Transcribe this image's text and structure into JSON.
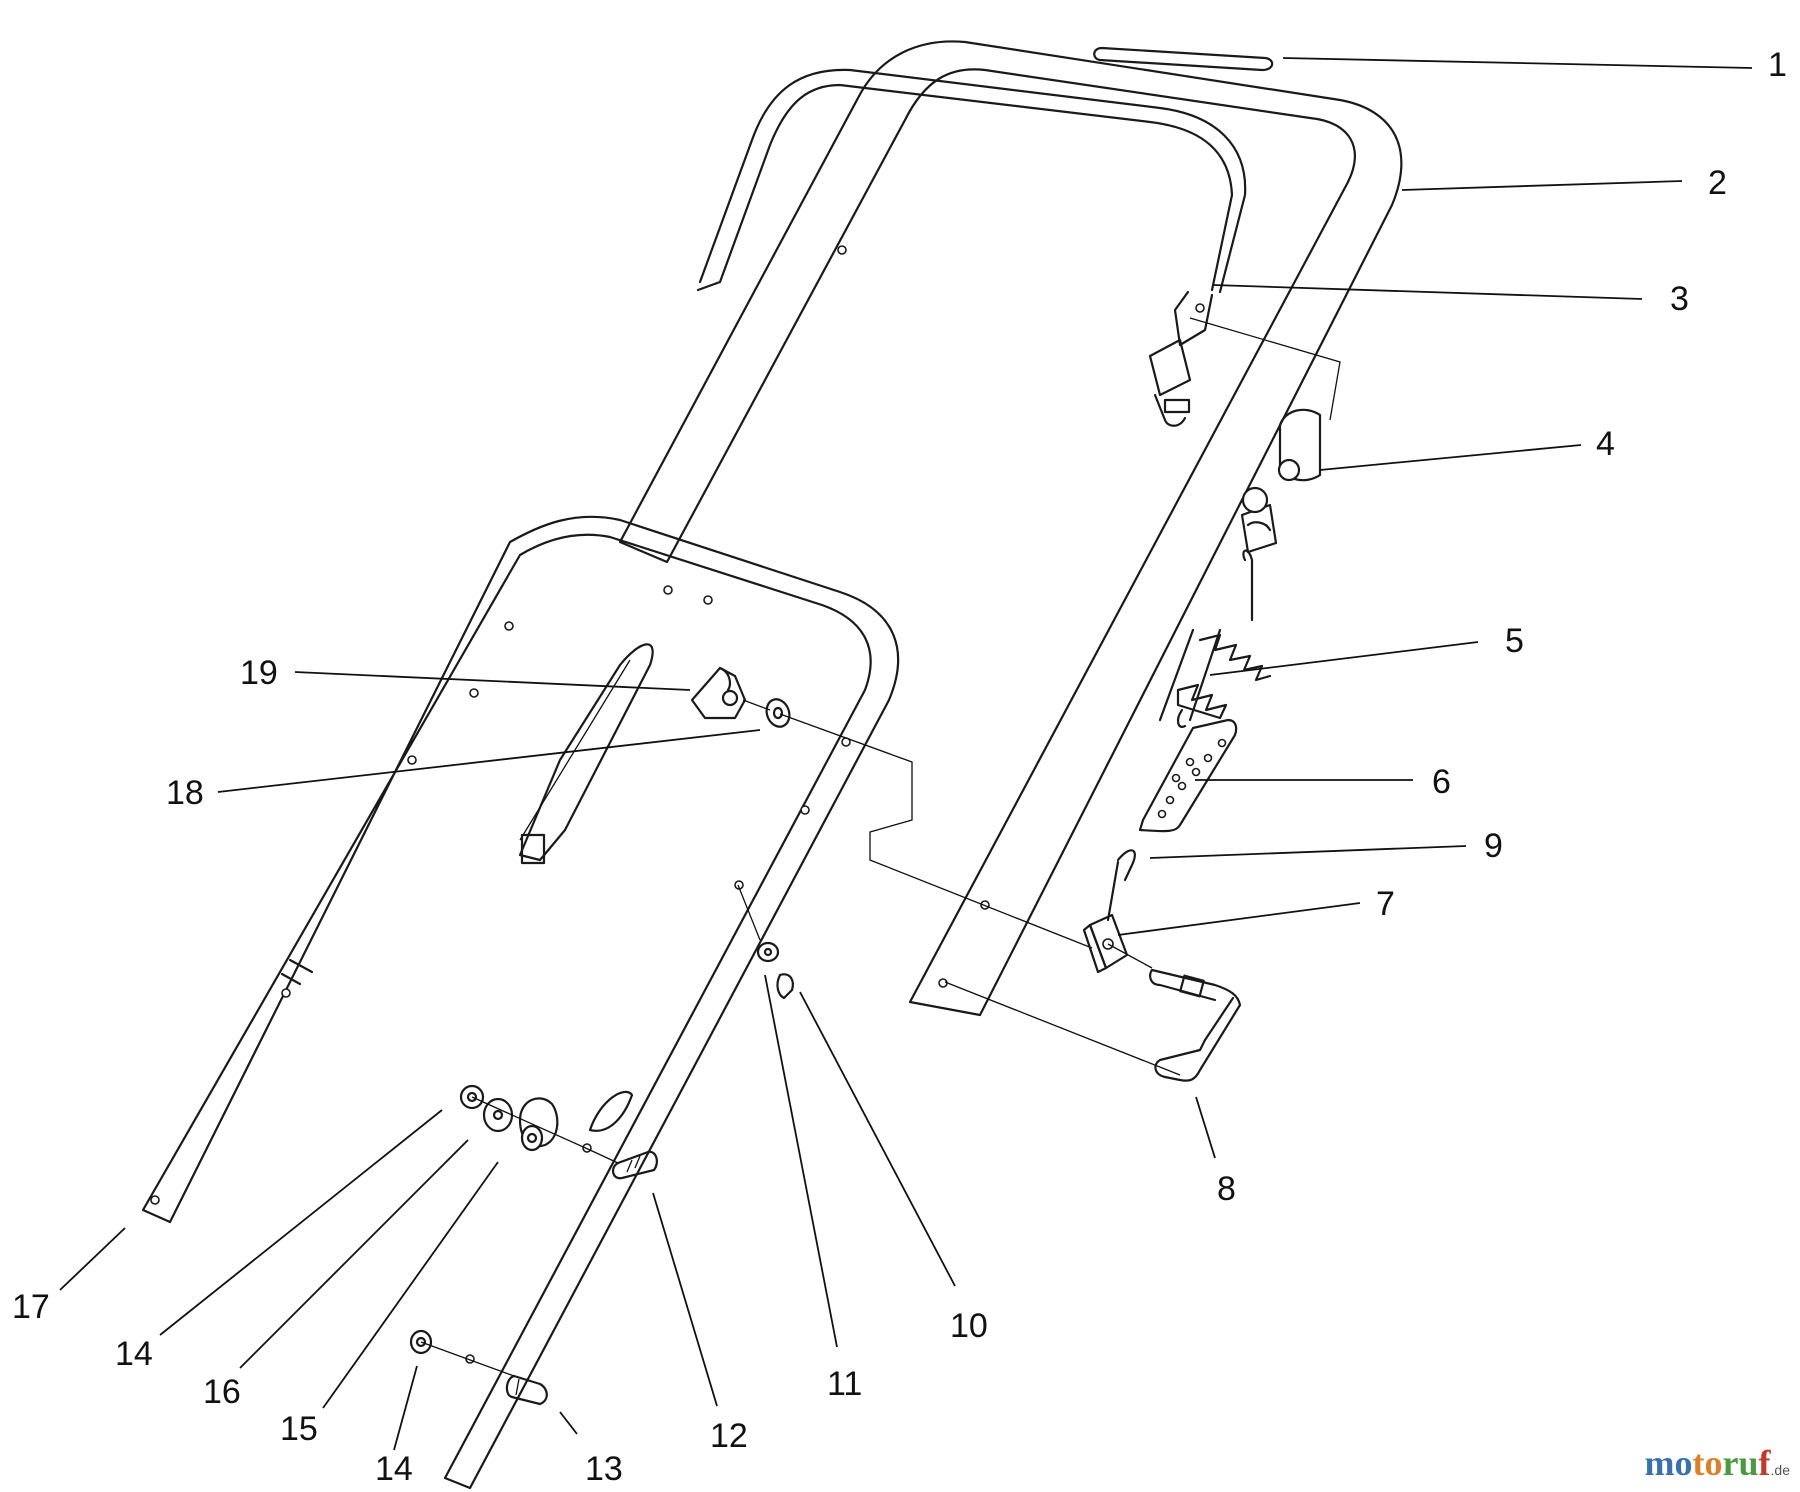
{
  "callouts": {
    "c1": "1",
    "c2": "2",
    "c3": "3",
    "c4": "4",
    "c5": "5",
    "c6": "6",
    "c7": "7",
    "c8": "8",
    "c9": "9",
    "c10": "10",
    "c11": "11",
    "c12": "12",
    "c13": "13",
    "c14a": "14",
    "c14b": "14",
    "c15": "15",
    "c16": "16",
    "c17": "17",
    "c18": "18",
    "c19": "19"
  },
  "watermark": {
    "part1": "mo",
    "part2": "to",
    "part3": "ru",
    "part4": "f",
    "tld": ".de"
  }
}
